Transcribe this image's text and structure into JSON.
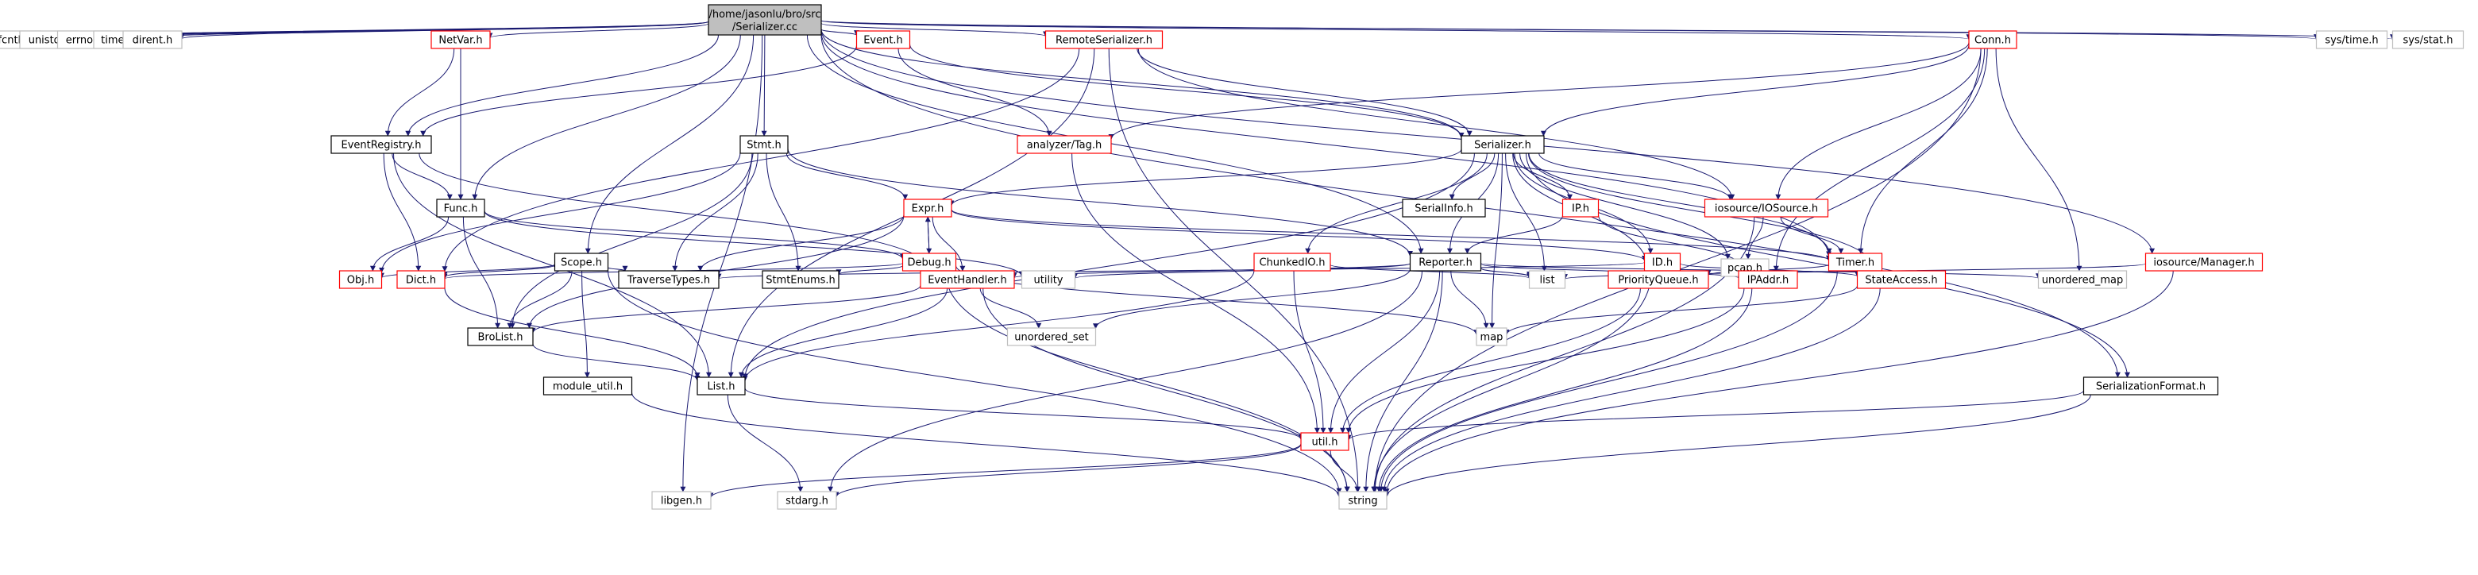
{
  "graph": {
    "arrow_color": "#191970",
    "root": {
      "line1": "/home/jasonlu/bro/src",
      "line2": "/Serializer.cc"
    },
    "nodes": [
      {
        "id": "fcntl",
        "label": "fcntl.h",
        "style": "gray"
      },
      {
        "id": "unistd",
        "label": "unistd.h",
        "style": "gray"
      },
      {
        "id": "errno",
        "label": "errno.h",
        "style": "gray"
      },
      {
        "id": "time",
        "label": "time.h",
        "style": "gray"
      },
      {
        "id": "dirent",
        "label": "dirent.h",
        "style": "gray"
      },
      {
        "id": "NetVar",
        "label": "NetVar.h",
        "style": "red"
      },
      {
        "id": "Event",
        "label": "Event.h",
        "style": "red"
      },
      {
        "id": "RemoteSerializer",
        "label": "RemoteSerializer.h",
        "style": "red"
      },
      {
        "id": "Conn",
        "label": "Conn.h",
        "style": "red"
      },
      {
        "id": "systime",
        "label": "sys/time.h",
        "style": "gray"
      },
      {
        "id": "sysstat",
        "label": "sys/stat.h",
        "style": "gray"
      },
      {
        "id": "EventRegistry",
        "label": "EventRegistry.h",
        "style": "black"
      },
      {
        "id": "Stmt",
        "label": "Stmt.h",
        "style": "black"
      },
      {
        "id": "analyzerTag",
        "label": "analyzer/Tag.h",
        "style": "red"
      },
      {
        "id": "SerializerH",
        "label": "Serializer.h",
        "style": "black"
      },
      {
        "id": "Func",
        "label": "Func.h",
        "style": "black"
      },
      {
        "id": "Expr",
        "label": "Expr.h",
        "style": "red"
      },
      {
        "id": "SerialInfo",
        "label": "SerialInfo.h",
        "style": "black"
      },
      {
        "id": "IP",
        "label": "IP.h",
        "style": "red"
      },
      {
        "id": "IOSource",
        "label": "iosource/IOSource.h",
        "style": "red"
      },
      {
        "id": "Scope",
        "label": "Scope.h",
        "style": "black"
      },
      {
        "id": "Debug",
        "label": "Debug.h",
        "style": "red"
      },
      {
        "id": "ChunkedIO",
        "label": "ChunkedIO.h",
        "style": "red"
      },
      {
        "id": "Reporter",
        "label": "Reporter.h",
        "style": "black"
      },
      {
        "id": "ID",
        "label": "ID.h",
        "style": "red"
      },
      {
        "id": "Timer",
        "label": "Timer.h",
        "style": "red"
      },
      {
        "id": "pcap",
        "label": "pcap.h",
        "style": "gray"
      },
      {
        "id": "Manager",
        "label": "iosource/Manager.h",
        "style": "red"
      },
      {
        "id": "Obj",
        "label": "Obj.h",
        "style": "red"
      },
      {
        "id": "Dict",
        "label": "Dict.h",
        "style": "red"
      },
      {
        "id": "TraverseTypes",
        "label": "TraverseTypes.h",
        "style": "black"
      },
      {
        "id": "StmtEnums",
        "label": "StmtEnums.h",
        "style": "black"
      },
      {
        "id": "EventHandler",
        "label": "EventHandler.h",
        "style": "red"
      },
      {
        "id": "utility",
        "label": "utility",
        "style": "gray"
      },
      {
        "id": "list",
        "label": "list",
        "style": "gray"
      },
      {
        "id": "PriorityQueue",
        "label": "PriorityQueue.h",
        "style": "red"
      },
      {
        "id": "IPAddr",
        "label": "IPAddr.h",
        "style": "red"
      },
      {
        "id": "StateAccess",
        "label": "StateAccess.h",
        "style": "red"
      },
      {
        "id": "unordered_map",
        "label": "unordered_map",
        "style": "gray"
      },
      {
        "id": "BroList",
        "label": "BroList.h",
        "style": "black"
      },
      {
        "id": "unordered_set",
        "label": "unordered_set",
        "style": "gray"
      },
      {
        "id": "map",
        "label": "map",
        "style": "gray"
      },
      {
        "id": "module_util",
        "label": "module_util.h",
        "style": "black"
      },
      {
        "id": "List",
        "label": "List.h",
        "style": "black"
      },
      {
        "id": "SerializationFormat",
        "label": "SerializationFormat.h",
        "style": "black"
      },
      {
        "id": "util",
        "label": "util.h",
        "style": "red"
      },
      {
        "id": "libgen",
        "label": "libgen.h",
        "style": "gray"
      },
      {
        "id": "stdarg",
        "label": "stdarg.h",
        "style": "gray"
      },
      {
        "id": "string",
        "label": "string",
        "style": "gray"
      }
    ],
    "edges": [
      [
        "root",
        "fcntl"
      ],
      [
        "root",
        "unistd"
      ],
      [
        "root",
        "errno"
      ],
      [
        "root",
        "time"
      ],
      [
        "root",
        "dirent"
      ],
      [
        "root",
        "NetVar"
      ],
      [
        "root",
        "Event"
      ],
      [
        "root",
        "RemoteSerializer"
      ],
      [
        "root",
        "Conn"
      ],
      [
        "root",
        "systime"
      ],
      [
        "root",
        "sysstat"
      ],
      [
        "root",
        "EventRegistry"
      ],
      [
        "root",
        "Stmt"
      ],
      [
        "root",
        "SerializerH"
      ],
      [
        "root",
        "Func"
      ],
      [
        "root",
        "Scope"
      ],
      [
        "root",
        "Timer"
      ],
      [
        "root",
        "Manager"
      ],
      [
        "root",
        "SerializationFormat"
      ],
      [
        "root",
        "Reporter"
      ],
      [
        "root",
        "libgen"
      ],
      [
        "NetVar",
        "EventRegistry"
      ],
      [
        "NetVar",
        "Func"
      ],
      [
        "Event",
        "EventRegistry"
      ],
      [
        "Event",
        "analyzerTag"
      ],
      [
        "Event",
        "SerializerH"
      ],
      [
        "RemoteSerializer",
        "SerializerH"
      ],
      [
        "RemoteSerializer",
        "IOSource"
      ],
      [
        "RemoteSerializer",
        "string"
      ],
      [
        "RemoteSerializer",
        "List"
      ],
      [
        "RemoteSerializer",
        "Dict"
      ],
      [
        "Conn",
        "SerializerH"
      ],
      [
        "Conn",
        "analyzerTag"
      ],
      [
        "Conn",
        "IOSource"
      ],
      [
        "Conn",
        "Timer"
      ],
      [
        "Conn",
        "IPAddr"
      ],
      [
        "Conn",
        "unordered_map"
      ],
      [
        "Conn",
        "string"
      ],
      [
        "EventRegistry",
        "Func"
      ],
      [
        "EventRegistry",
        "Dict"
      ],
      [
        "EventRegistry",
        "List"
      ],
      [
        "EventRegistry",
        "EventHandler"
      ],
      [
        "Stmt",
        "Expr"
      ],
      [
        "Stmt",
        "TraverseTypes"
      ],
      [
        "Stmt",
        "StmtEnums"
      ],
      [
        "Stmt",
        "Obj"
      ],
      [
        "Stmt",
        "Reporter"
      ],
      [
        "Stmt",
        "BroList"
      ],
      [
        "analyzerTag",
        "util"
      ],
      [
        "SerializerH",
        "Expr"
      ],
      [
        "SerializerH",
        "SerialInfo"
      ],
      [
        "SerializerH",
        "IP"
      ],
      [
        "SerializerH",
        "IOSource"
      ],
      [
        "SerializerH",
        "ChunkedIO"
      ],
      [
        "SerializerH",
        "Reporter"
      ],
      [
        "SerializerH",
        "ID"
      ],
      [
        "SerializerH",
        "Timer"
      ],
      [
        "SerializerH",
        "pcap"
      ],
      [
        "SerializerH",
        "StateAccess"
      ],
      [
        "SerializerH",
        "SerializationFormat"
      ],
      [
        "SerializerH",
        "list"
      ],
      [
        "SerializerH",
        "map"
      ],
      [
        "SerializerH",
        "List"
      ],
      [
        "SerializerH",
        "PriorityQueue"
      ],
      [
        "Func",
        "Obj"
      ],
      [
        "Func",
        "Debug"
      ],
      [
        "Func",
        "BroList"
      ],
      [
        "Func",
        "utility"
      ],
      [
        "Expr",
        "Debug"
      ],
      [
        "Expr",
        "EventHandler"
      ],
      [
        "Expr",
        "Timer"
      ],
      [
        "Expr",
        "ID"
      ],
      [
        "Expr",
        "TraverseTypes"
      ],
      [
        "Expr",
        "BroList"
      ],
      [
        "IP",
        "Reporter"
      ],
      [
        "IP",
        "IPAddr"
      ],
      [
        "IOSource",
        "pcap"
      ],
      [
        "IOSource",
        "Timer"
      ],
      [
        "IOSource",
        "string"
      ],
      [
        "Scope",
        "Obj"
      ],
      [
        "Scope",
        "Dict"
      ],
      [
        "Scope",
        "TraverseTypes"
      ],
      [
        "Scope",
        "BroList"
      ],
      [
        "Scope",
        "module_util"
      ],
      [
        "Scope",
        "string"
      ],
      [
        "Debug",
        "Expr"
      ],
      [
        "Debug",
        "StmtEnums"
      ],
      [
        "Debug",
        "Dict"
      ],
      [
        "Debug",
        "map"
      ],
      [
        "Debug",
        "string"
      ],
      [
        "ChunkedIO",
        "List"
      ],
      [
        "ChunkedIO",
        "util"
      ],
      [
        "ChunkedIO",
        "list"
      ],
      [
        "Reporter",
        "list"
      ],
      [
        "Reporter",
        "utility"
      ],
      [
        "Reporter",
        "map"
      ],
      [
        "Reporter",
        "string"
      ],
      [
        "Reporter",
        "util"
      ],
      [
        "Reporter",
        "EventHandler"
      ],
      [
        "Reporter",
        "IPAddr"
      ],
      [
        "Reporter",
        "unordered_map"
      ],
      [
        "Reporter",
        "unordered_set"
      ],
      [
        "Reporter",
        "stdarg"
      ],
      [
        "ID",
        "StateAccess"
      ],
      [
        "ID",
        "TraverseTypes"
      ],
      [
        "ID",
        "string"
      ],
      [
        "Timer",
        "PriorityQueue"
      ],
      [
        "Timer",
        "string"
      ],
      [
        "Manager",
        "list"
      ],
      [
        "Manager",
        "string"
      ],
      [
        "EventHandler",
        "BroList"
      ],
      [
        "EventHandler",
        "unordered_set"
      ],
      [
        "EventHandler",
        "List"
      ],
      [
        "EventHandler",
        "string"
      ],
      [
        "PriorityQueue",
        "util"
      ],
      [
        "IPAddr",
        "util"
      ],
      [
        "IPAddr",
        "string"
      ],
      [
        "StateAccess",
        "map"
      ],
      [
        "StateAccess",
        "string"
      ],
      [
        "BroList",
        "List"
      ],
      [
        "Dict",
        "List"
      ],
      [
        "module_util",
        "string"
      ],
      [
        "List",
        "stdarg"
      ],
      [
        "List",
        "util"
      ],
      [
        "SerializationFormat",
        "util"
      ],
      [
        "SerializationFormat",
        "string"
      ],
      [
        "util",
        "libgen"
      ],
      [
        "util",
        "stdarg"
      ],
      [
        "util",
        "string"
      ]
    ]
  }
}
